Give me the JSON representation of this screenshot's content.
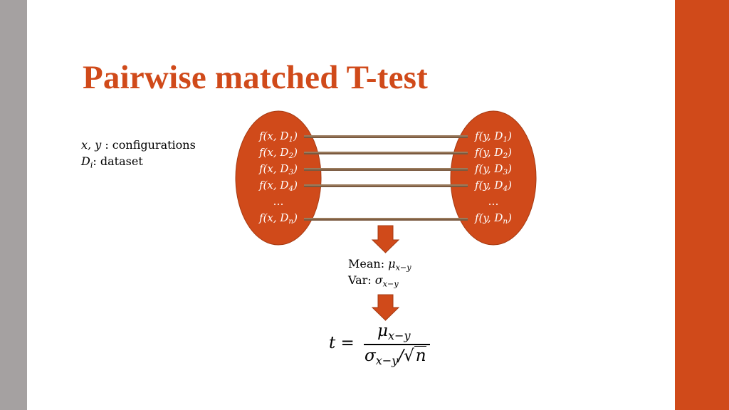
{
  "slide": {
    "title": "Pairwise matched T-test",
    "accent_color": "#d04a1a",
    "left_bar_color": "#a5a1a1"
  },
  "legend": {
    "line1": {
      "vars": "x, y",
      "text": " : configurations"
    },
    "line2": {
      "var": "D",
      "sub": "i",
      "text": ": dataset"
    }
  },
  "diagram": {
    "left_set": [
      {
        "fn": "f(x, D",
        "sub": "1",
        "close": ")"
      },
      {
        "fn": "f(x, D",
        "sub": "2",
        "close": ")"
      },
      {
        "fn": "f(x, D",
        "sub": "3",
        "close": ")"
      },
      {
        "fn": "f(x, D",
        "sub": "4",
        "close": ")"
      },
      {
        "fn": "…",
        "sub": "",
        "close": ""
      },
      {
        "fn": "f(x, D",
        "sub": "n",
        "close": ")"
      }
    ],
    "right_set": [
      {
        "fn": "f(y, D",
        "sub": "1",
        "close": ")"
      },
      {
        "fn": "f(y, D",
        "sub": "2",
        "close": ")"
      },
      {
        "fn": "f(y, D",
        "sub": "3",
        "close": ")"
      },
      {
        "fn": "f(y, D",
        "sub": "4",
        "close": ")"
      },
      {
        "fn": "…",
        "sub": "",
        "close": ""
      },
      {
        "fn": "f(y, D",
        "sub": "n",
        "close": ")"
      }
    ],
    "pair_rows": [
      1,
      2,
      3,
      4,
      "n"
    ],
    "arrow_icon": "down-arrow-icon"
  },
  "stats": {
    "mean_label": "Mean: ",
    "mean_sym": "μ",
    "mean_sub": "x−y",
    "var_label": "Var: ",
    "var_sym": "σ",
    "var_sub": "x−y"
  },
  "formula": {
    "lhs": "t = ",
    "num_sym": "μ",
    "num_sub": "x−y",
    "den_sym": "σ",
    "den_sub": "x−y",
    "den_slash": "/",
    "sqrt_sign": "√",
    "sqrt_arg": "n"
  }
}
